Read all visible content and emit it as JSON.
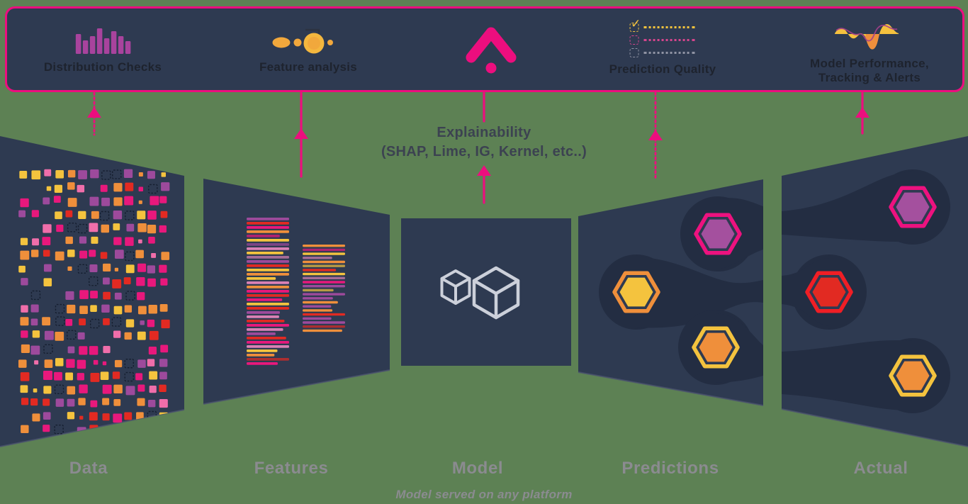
{
  "colors": {
    "background_green": "#5d8154",
    "panel_navy": "#2e3a51",
    "blob_navy": "#232d42",
    "accent_pink": "#ec0e7e",
    "label_gray": "#8b8b90",
    "bar_text_dark": "#1e232e",
    "explainability_text": "#3c4251",
    "cube_stroke": "#ccd0da",
    "edge_highlight": "#4b5170",
    "purple": "#9d4a9c",
    "orange": "#ef8f3b",
    "yellow": "#f4c33e",
    "red": "#e22a22",
    "magenta": "#e8187c"
  },
  "top_bar": {
    "items": [
      {
        "label": "Distribution Checks",
        "icon": "bar-chart-icon"
      },
      {
        "label": "Feature analysis",
        "icon": "feature-dots-icon"
      },
      {
        "label": "",
        "icon": "aporia-logo"
      },
      {
        "label": "Prediction Quality",
        "icon": "checklist-icon"
      },
      {
        "label_line1": "Model Performance,",
        "label_line2": "Tracking & Alerts",
        "icon": "wave-icon"
      }
    ]
  },
  "explainability": {
    "line1": "Explainability",
    "line2": "(SHAP, Lime, IG, Kernel, etc..)"
  },
  "stages": [
    {
      "label": "Data"
    },
    {
      "label": "Features"
    },
    {
      "label": "Model"
    },
    {
      "label": "Predictions"
    },
    {
      "label": "Actual"
    }
  ],
  "footer": {
    "caption": "Model served on any platform"
  },
  "square_palette": [
    {
      "color": "#e8187c",
      "w": 0.26
    },
    {
      "color": "#ef8f3b",
      "w": 0.2
    },
    {
      "color": "#9d4a9c",
      "w": 0.18
    },
    {
      "color": "#f4c33e",
      "w": 0.16
    },
    {
      "color": "#e22a22",
      "w": 0.12
    },
    {
      "color": "#f06eaa",
      "w": 0.08
    }
  ],
  "bar_palette": [
    {
      "color": "#9d4a9c",
      "w": 0.28
    },
    {
      "color": "#e8187c",
      "w": 0.22
    },
    {
      "color": "#ef8f3b",
      "w": 0.18
    },
    {
      "color": "#f4c33e",
      "w": 0.14
    },
    {
      "color": "#e22a22",
      "w": 0.1
    },
    {
      "color": "#d981b5",
      "w": 0.08
    }
  ],
  "hexagons": {
    "predictions": [
      {
        "fill": "#a4509e",
        "border": "#ed127f"
      },
      {
        "fill": "#f4c33e",
        "border": "#ef8f3b"
      },
      {
        "fill": "#ef8f3b",
        "border": "#f4c33e"
      }
    ],
    "actual": [
      {
        "fill": "#a4509e",
        "border": "#ed127f"
      },
      {
        "fill": "#e22a22",
        "border": "#f01e25"
      },
      {
        "fill": "#ef8f3b",
        "border": "#f4c33e"
      }
    ]
  }
}
